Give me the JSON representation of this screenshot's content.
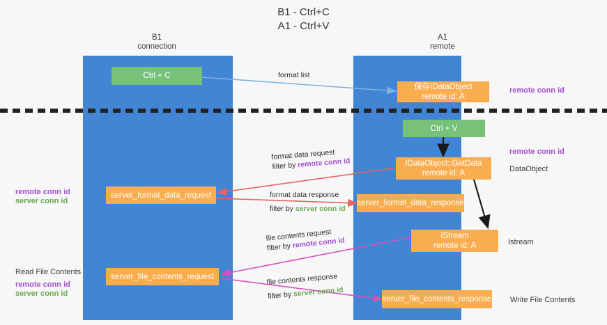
{
  "title": {
    "line1": "B1 - Ctrl+C",
    "line2": "A1 - Ctrl+V"
  },
  "lanes": [
    {
      "id": "b1",
      "name": "B1",
      "sub": "connection",
      "color": "#4285d4"
    },
    {
      "id": "a1",
      "name": "A1",
      "sub": "remote",
      "color": "#4285d4"
    }
  ],
  "nodes": {
    "ctrl_c": {
      "label": "Ctrl + C",
      "color": "#77c178"
    },
    "ctrl_v": {
      "label": "Ctrl + V",
      "color": "#77c178"
    },
    "idataobject": {
      "line1": "保存IDataObject",
      "line2": "remote id: A",
      "color": "#f9ad4e"
    },
    "getdata": {
      "line1": "IDataObject::GetData",
      "line2": "remote id: A",
      "color": "#f9ad4e"
    },
    "istream": {
      "line1": "IStream",
      "line2": "remote id: A",
      "color": "#f9ad4e"
    },
    "sfdreq": {
      "label": "server_format_data_request",
      "color": "#f9ad4e"
    },
    "sfdresp": {
      "label": "server_format_data_response",
      "color": "#f9ad4e"
    },
    "sfcreq": {
      "label": "server_file_contents_request",
      "color": "#f9ad4e"
    },
    "sfcresp": {
      "label": "server_file_contents_response",
      "color": "#f9ad4e"
    }
  },
  "arrow_labels": {
    "format_list": {
      "text": "format list"
    },
    "fmt_req_l1": {
      "text": "format data request"
    },
    "fmt_req_l2_pre": {
      "text": "filter by "
    },
    "fmt_req_l2_hl": {
      "text": "remote conn id"
    },
    "fmt_resp_l1": {
      "text": "format data response"
    },
    "fmt_resp_l2_pre": {
      "text": "filter by "
    },
    "fmt_resp_l2_hl": {
      "text": "server conn id"
    },
    "fc_req_l1": {
      "text": "file contents request"
    },
    "fc_req_l2_pre": {
      "text": "filter by "
    },
    "fc_req_l2_hl": {
      "text": "remote conn id"
    },
    "fc_resp_l1": {
      "text": "file contents response"
    },
    "fc_resp_l2_pre": {
      "text": "filter by "
    },
    "fc_resp_l2_hl": {
      "text": "server conn id"
    }
  },
  "annotations": {
    "right_top_remote": {
      "text": "remote conn id",
      "color": "#a24fd0"
    },
    "right_mid_remote": {
      "text": "remote conn id",
      "color": "#a24fd0"
    },
    "right_dataobject": {
      "text": "DataObject",
      "color": "#3c3c3c"
    },
    "right_istream": {
      "text": "Istream",
      "color": "#3c3c3c"
    },
    "right_write_file": {
      "text": "Write File Contents",
      "color": "#3c3c3c"
    },
    "left_remote_1": {
      "text": "remote conn id",
      "color": "#a24fd0"
    },
    "left_server_1": {
      "text": "server conn id",
      "color": "#6aa84f"
    },
    "left_read_file": {
      "text": "Read File Contents",
      "color": "#3c3c3c"
    },
    "left_remote_2": {
      "text": "remote conn id",
      "color": "#a24fd0"
    },
    "left_server_2": {
      "text": "server conn id",
      "color": "#6aa84f"
    }
  },
  "colors": {
    "lane": "#4285d4",
    "green_node": "#77c178",
    "orange_node": "#f9ad4e",
    "arrow_blue": "#7bb0e0",
    "arrow_red": "#e8635f",
    "arrow_pink": "#d94fc0",
    "arrow_black": "#1a1a1a",
    "divider": "#222222",
    "background": "#f7f7f7"
  }
}
